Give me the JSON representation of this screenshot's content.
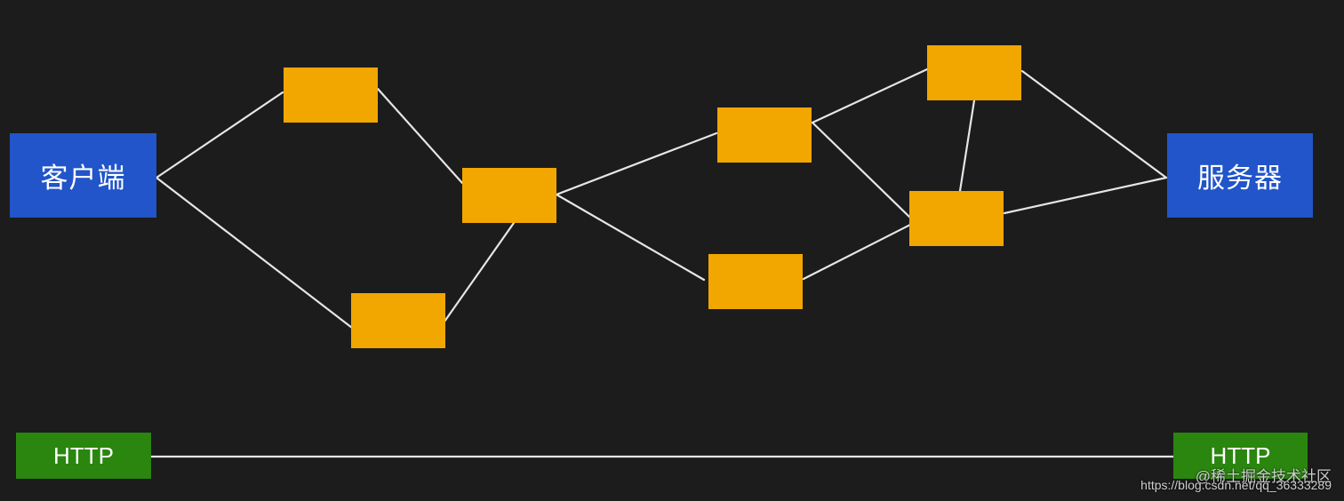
{
  "client": {
    "label": "客户端"
  },
  "server": {
    "label": "服务器"
  },
  "protocol": {
    "left_label": "HTTP",
    "right_label": "HTTP"
  },
  "watermark": {
    "line1": "@稀土掘金技术社区",
    "line2": "https://blog.csdn.net/qq_36333289"
  },
  "colors": {
    "background": "#1c1c1c",
    "endpoint": "#2155c9",
    "router": "#f2a600",
    "protocol": "#2a860f",
    "link": "#e6e6e6"
  }
}
